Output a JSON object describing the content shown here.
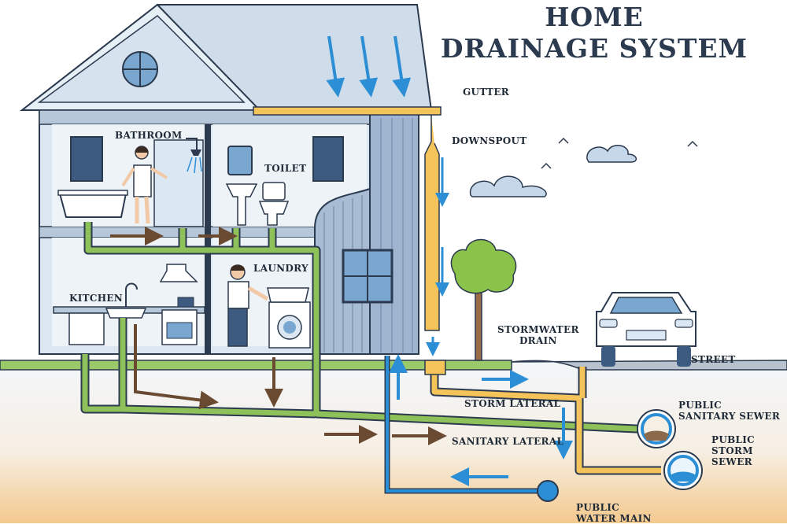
{
  "title": {
    "line1": "HOME",
    "line2": "DRAINAGE SYSTEM"
  },
  "labels": {
    "gutter": "GUTTER",
    "downspout": "DOWNSPOUT",
    "bathroom": "BATHROOM",
    "toilet": "TOILET",
    "laundry": "LAUNDRY",
    "kitchen": "KITCHEN",
    "stormwater_drain": [
      "STORMWATER",
      "DRAIN"
    ],
    "street": "STREET",
    "storm_lateral": "STORM LATERAL",
    "public_sanitary_sewer": [
      "PUBLIC",
      "SANITARY SEWER"
    ],
    "sanitary_lateral": "SANITARY LATERAL",
    "public_storm_sewer": [
      "PUBLIC",
      "STORM SEWER"
    ],
    "public_water_main": [
      "PUBLIC",
      "WATER MAIN"
    ]
  },
  "colors": {
    "sanitary_pipe": "#8fc15a",
    "storm_pipe": "#f4c35a",
    "water_pipe": "#2c8fd6",
    "flow_brown": "#6b4a32",
    "flow_blue": "#2c8fd6",
    "house_wall": "#cfdcea",
    "roof": "#bfd0e4",
    "outline": "#2b3a4e"
  }
}
